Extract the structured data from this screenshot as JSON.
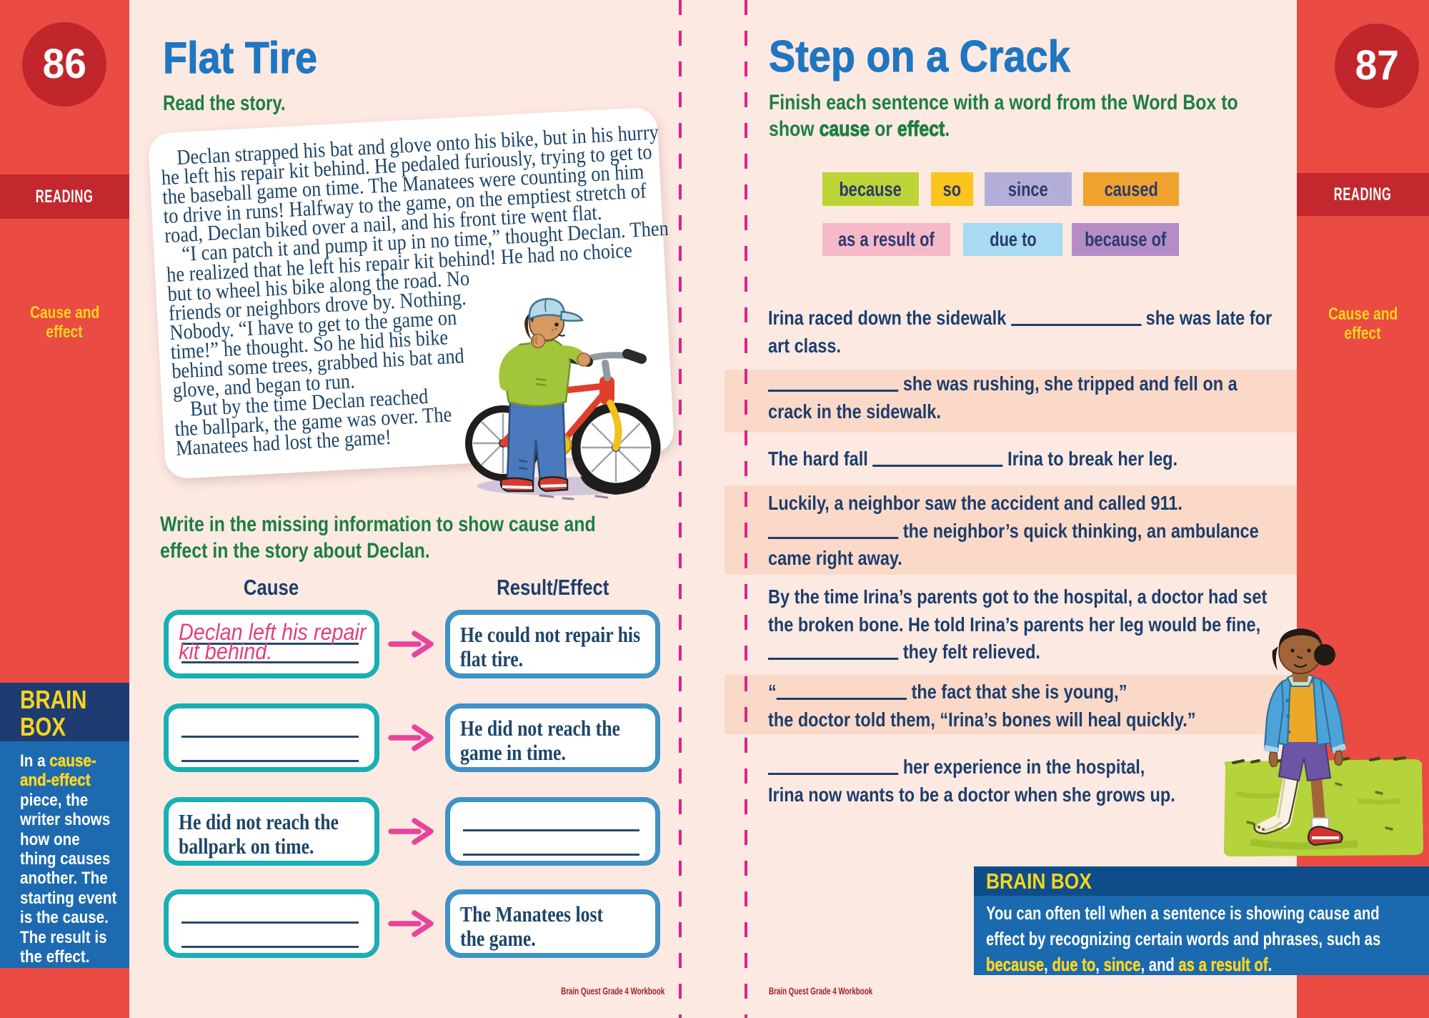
{
  "workbook": "Brain Quest Grade 4 Workbook",
  "colors": {
    "background_red": "#ea4b42",
    "band_red": "#c2282e",
    "page_pink": "#fce9e2",
    "highlight_band": "#fbd9c9",
    "title_blue": "#1f76c1",
    "instruction_green": "#1c7f41",
    "body_navy": "#1d3e6b",
    "cause_box_teal": "#17b0b5",
    "effect_box_blue": "#3e92c6",
    "arrow_pink": "#e8439b",
    "cutline_magenta": "#e0218a",
    "brainbox_header_navy": "#1e3c72",
    "brainbox_body_blue": "#1d6ab1",
    "brainbox_yellow": "#f6d420",
    "sidebar_yellow": "#ffd51e",
    "handwriting_pink": "#e0407f"
  },
  "left_page": {
    "page_number": "86",
    "sidebar": {
      "section": "READING",
      "topic_lines": [
        "Cause and",
        "effect"
      ]
    },
    "title": "Flat Tire",
    "instruction": "Read the story.",
    "story": {
      "lines": [
        {
          "text": "Declan strapped his bat and glove onto his bike, but in his hurry",
          "indent": true
        },
        {
          "text": "he left his repair kit behind. He pedaled furiously, trying to get to"
        },
        {
          "text": "the baseball game on time. The Manatees were counting on him"
        },
        {
          "text": "to drive in runs! Halfway to the game, on the emptiest stretch of"
        },
        {
          "text": "road, Declan biked over a nail, and his front tire went flat."
        },
        {
          "text": "“I can patch it and pump it up in no time,” thought Declan. Then",
          "indent": true
        },
        {
          "text": "he realized that he left his repair kit behind! He had no choice"
        },
        {
          "text": "but to wheel his bike along the road. No"
        },
        {
          "text": "friends or neighbors drove by. Nothing."
        },
        {
          "text": "Nobody. “I have to get to the game on"
        },
        {
          "text": "time!” he thought. So he hid his bike"
        },
        {
          "text": "behind some trees, grabbed his bat and"
        },
        {
          "text": "glove, and began to run."
        },
        {
          "text": "But by the time Declan reached",
          "indent": true
        },
        {
          "text": "the ballpark, the game was over. The"
        },
        {
          "text": "Manatees had lost the game!"
        }
      ]
    },
    "illustration": "boy-with-flat-tire-bike",
    "activity_instruction_lines": [
      "Write in the missing information to show cause and",
      "effect in the story about Declan."
    ],
    "table": {
      "cause_header": "Cause",
      "effect_header": "Result/Effect",
      "rows": [
        {
          "cause": {
            "type": "handwritten",
            "lines": [
              "Declan left his repair",
              "kit behind."
            ]
          },
          "effect": {
            "type": "text",
            "lines": [
              "He could not repair his",
              "flat tire."
            ]
          }
        },
        {
          "cause": {
            "type": "blank"
          },
          "effect": {
            "type": "text",
            "lines": [
              "He did not reach the",
              "game in time."
            ]
          }
        },
        {
          "cause": {
            "type": "text",
            "lines": [
              "He did not reach the",
              "ballpark on time."
            ]
          },
          "effect": {
            "type": "blank"
          }
        },
        {
          "cause": {
            "type": "blank"
          },
          "effect": {
            "type": "text",
            "lines": [
              "The Manatees lost",
              "the game."
            ]
          }
        }
      ]
    },
    "brain_box": {
      "title_lines": [
        "BRAIN",
        "BOX"
      ],
      "body_lines": [
        [
          "In a ",
          {
            "t": "cause-",
            "hl": true
          }
        ],
        [
          {
            "t": "and-effect",
            "hl": true
          }
        ],
        [
          "piece, the"
        ],
        [
          "writer shows"
        ],
        [
          "how one"
        ],
        [
          "thing causes"
        ],
        [
          "another. The"
        ],
        [
          "starting event"
        ],
        [
          "is the cause."
        ],
        [
          "The result is"
        ],
        [
          "the effect."
        ]
      ]
    },
    "footer": "Brain Quest Grade 4 Workbook"
  },
  "right_page": {
    "page_number": "87",
    "sidebar": {
      "section": "READING",
      "topic_lines": [
        "Cause and",
        "effect"
      ]
    },
    "title": "Step on a Crack",
    "instruction_lines": [
      [
        "Finish each sentence with a word from the Word Box to"
      ],
      [
        "show ",
        {
          "t": "cause",
          "b": true
        },
        " or ",
        {
          "t": "effect",
          "b": true
        },
        "."
      ]
    ],
    "word_box": {
      "rows": [
        [
          {
            "label": "because",
            "color": "#bcd435"
          },
          {
            "label": "so",
            "color": "#fbc51d"
          },
          {
            "label": "since",
            "color": "#b3aed8"
          },
          {
            "label": "caused",
            "color": "#f0a22e"
          }
        ],
        [
          {
            "label": "as a result of",
            "color": "#f6b9c9"
          },
          {
            "label": "due to",
            "color": "#a7daf3"
          },
          {
            "label": "because of",
            "color": "#b48dc7"
          }
        ]
      ]
    },
    "sentences": [
      {
        "highlight": false,
        "lines": [
          [
            "Irina raced down the sidewalk ",
            {
              "blank": true
            },
            " she was late for"
          ],
          [
            "art class."
          ]
        ]
      },
      {
        "highlight": true,
        "lines": [
          [
            {
              "blank": true
            },
            " she was rushing, she tripped and fell on a"
          ],
          [
            "crack in the sidewalk."
          ]
        ]
      },
      {
        "highlight": false,
        "lines": [
          [
            "The hard fall ",
            {
              "blank": true
            },
            " Irina to break her leg."
          ]
        ]
      },
      {
        "highlight": true,
        "lines": [
          [
            "Luckily, a neighbor saw the accident and called 911."
          ],
          [
            {
              "blank": true
            },
            " the neighbor’s quick thinking, an ambulance"
          ],
          [
            "came right away."
          ]
        ]
      },
      {
        "highlight": false,
        "lines": [
          [
            "By the time Irina’s parents got to the hospital, a doctor had set"
          ],
          [
            "the broken bone. He told Irina’s parents her leg would be fine,"
          ],
          [
            {
              "blank": true
            },
            " they felt relieved."
          ]
        ]
      },
      {
        "highlight": true,
        "lines": [
          [
            "“",
            {
              "blank": true
            },
            " the fact that she is young,”"
          ],
          [
            "the doctor told them, “Irina’s bones will heal quickly.”"
          ]
        ]
      },
      {
        "highlight": false,
        "lines": [
          [
            {
              "blank": true
            },
            " her experience in the hospital,"
          ],
          [
            "Irina now wants to be a doctor when she grows up."
          ]
        ]
      }
    ],
    "illustration": "girl-with-leg-cast",
    "brain_box": {
      "title": "BRAIN BOX",
      "body_lines": [
        [
          "You can often tell when a sentence is showing cause and"
        ],
        [
          "effect by recognizing certain words and phrases, such as"
        ],
        [
          {
            "t": "because",
            "hl": true
          },
          ", ",
          {
            "t": "due to",
            "hl": true
          },
          ", ",
          {
            "t": "since",
            "hl": true
          },
          ", and ",
          {
            "t": "as a result of",
            "hl": true
          },
          "."
        ]
      ]
    },
    "footer": "Brain Quest Grade 4 Workbook"
  }
}
